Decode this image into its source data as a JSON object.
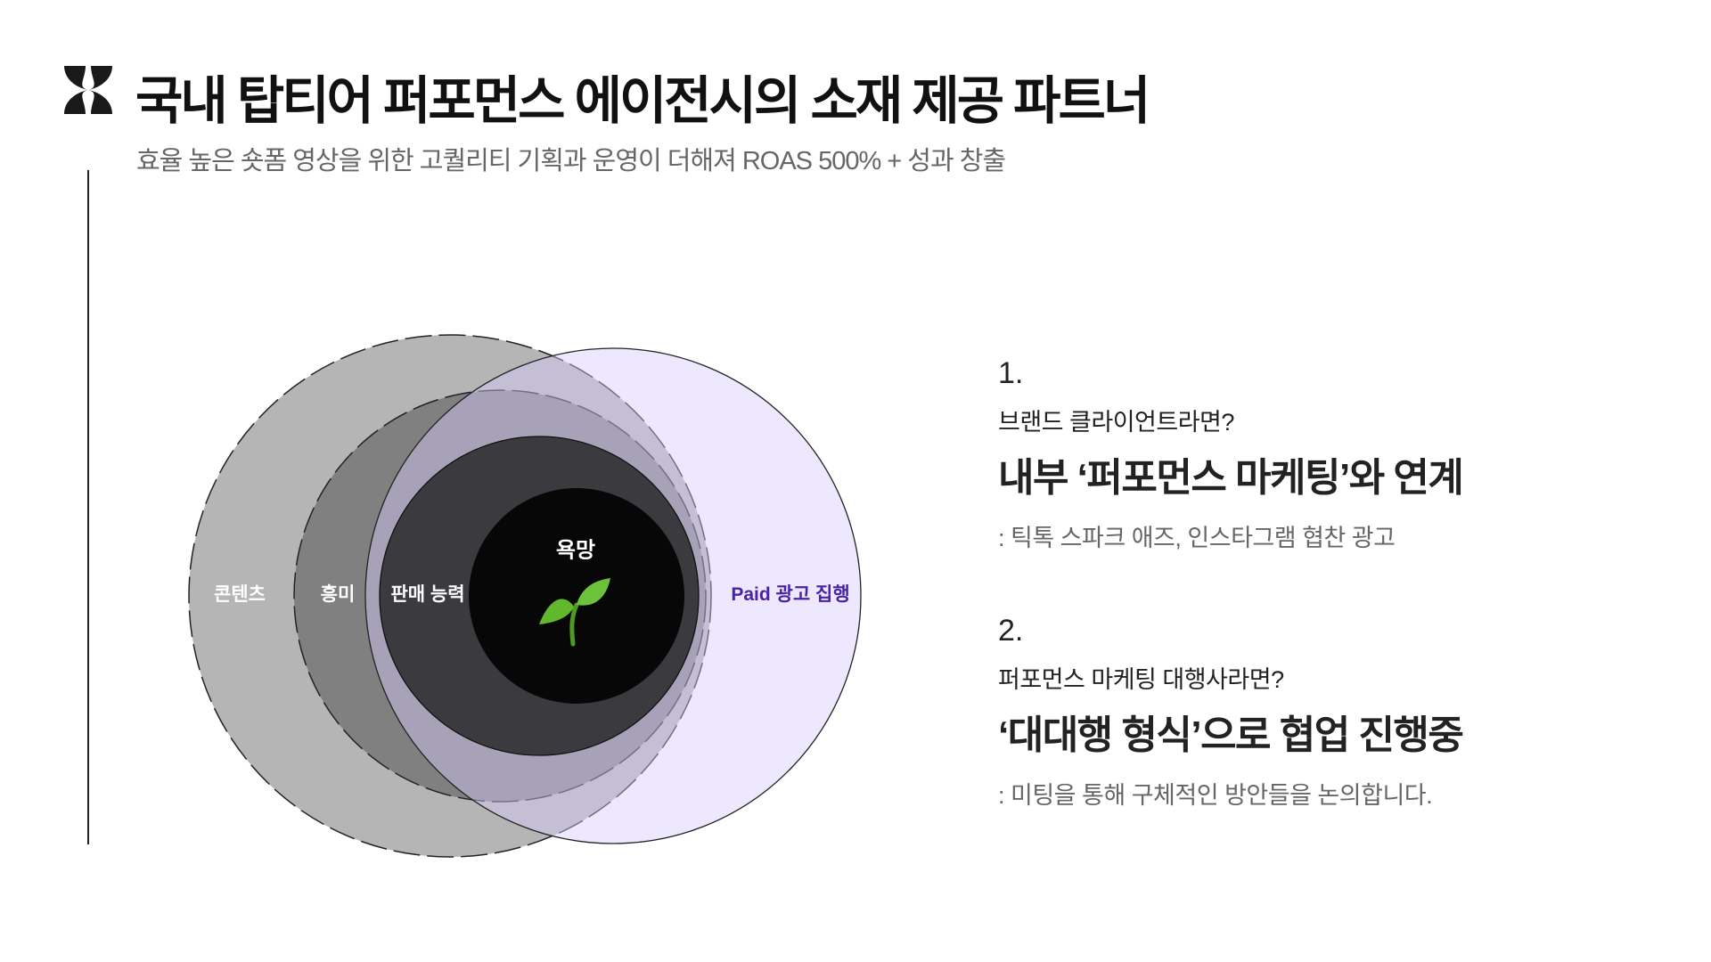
{
  "header": {
    "logo": "pinwheel-logo",
    "title": "국내 탑티어 퍼포먼스 에이전시의 소재 제공 파트너",
    "subtitle": "효율 높은 숏폼 영상을 위한 고퀄리티 기획과 운영이 더해져 ROAS 500% + 성과 창출"
  },
  "diagram": {
    "labels": {
      "content": "콘텐츠",
      "interest": "흥미",
      "sales": "판매 능력",
      "desire": "욕망",
      "paid": "Paid 광고 집행"
    },
    "icon": "seedling-icon",
    "colors": {
      "content": "#b5b5b5",
      "interest": "#808080",
      "sales": "#3b3a3f",
      "desire": "#070707",
      "paid_fill": "#ede8fd",
      "paid_text": "#4a22a6"
    }
  },
  "points": [
    {
      "number": "1.",
      "question": "브랜드 클라이언트라면?",
      "headline": "내부 ‘퍼포먼스 마케팅’와 연계",
      "detail": ": 틱톡 스파크 애즈, 인스타그램 협찬 광고"
    },
    {
      "number": "2.",
      "question": "퍼포먼스 마케팅 대행사라면?",
      "headline": "‘대대행 형식’으로 협업 진행중",
      "detail": ": 미팅을 통해 구체적인 방안들을 논의합니다."
    }
  ]
}
